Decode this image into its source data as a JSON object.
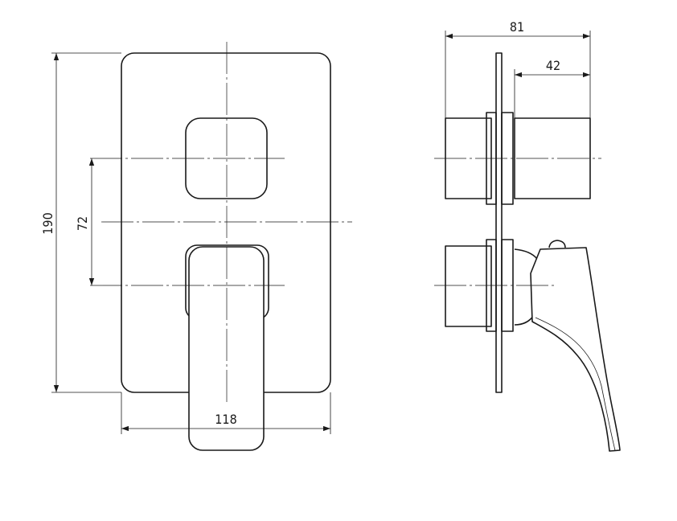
{
  "dimensions": {
    "height_total": "190",
    "handle_offset": "72",
    "width_total": "118",
    "depth_total": "81",
    "depth_body": "42"
  }
}
